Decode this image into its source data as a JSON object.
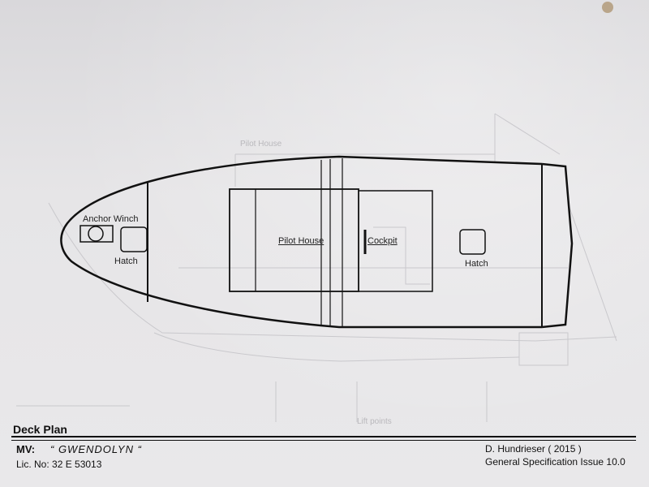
{
  "diagram": {
    "labels": {
      "anchor_winch": "Anchor Winch",
      "hatch_fore": "Hatch",
      "pilot_house": "Pilot House",
      "cockpit": "Cockpit",
      "hatch_aft": "Hatch"
    },
    "background_faint_labels": {
      "pilot_house": "Pilot House",
      "lift_points": "Lift points"
    }
  },
  "title_block": {
    "heading": "Deck Plan",
    "mv_label": "MV:",
    "vessel_name": "“ GWENDOLYN “",
    "licence": "Lic. No: 32 E 53013",
    "designer": "D. Hundrieser ( 2015 )",
    "specification": "General Specification Issue 10.0"
  },
  "colors": {
    "paper": "#e6e5e7",
    "ink": "#111111",
    "faint_print": "#c4c3c7"
  }
}
